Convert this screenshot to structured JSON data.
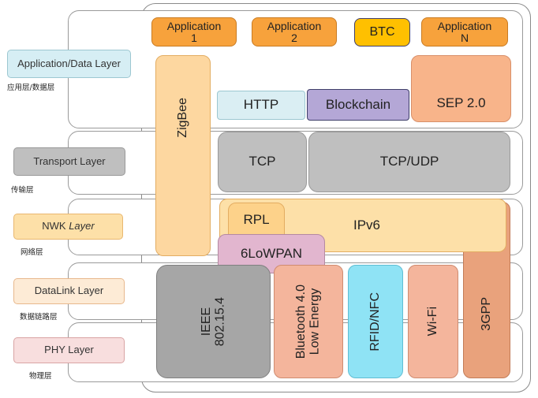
{
  "layers": {
    "application": {
      "label": "Application/Data Layer",
      "zh": "应用层/数据层"
    },
    "transport": {
      "label": "Transport Layer",
      "zh": "传输层"
    },
    "nwk": {
      "label": "NWK Layer",
      "zh": "网络层"
    },
    "datalink": {
      "label": "DataLink  Layer",
      "zh": "数据链路层"
    },
    "phy": {
      "label": "PHY Layer",
      "zh": "物理层"
    }
  },
  "apps": {
    "app1": "Application\n1",
    "app2": "Application\n2",
    "btc": "BTC",
    "appn": "Application\nN"
  },
  "protocols": {
    "zigbee": "ZigBee",
    "http": "HTTP",
    "blockchain": "Blockchain",
    "sep": "SEP 2.0",
    "tcp": "TCP",
    "tcpudp": "TCP/UDP",
    "rpl": "RPL",
    "ipv6": "IPv6",
    "sixlowpan": "6LoWPAN",
    "ieee": "IEEE\n802.15.4",
    "bluetooth": "Bluetooth 4.0\nLow Energy",
    "rfid": "RFID/NFC",
    "wifi": "Wi-Fi",
    "threegpp": "3GPP"
  },
  "colors": {
    "orange_app": "#f7a23c",
    "btc_fill": "#ffc000",
    "zigbee_fill": "#fdd7a0",
    "http_fill": "#daeef3",
    "blockchain_fill": "#b4a7d6",
    "sep_fill": "#f8b48a",
    "gray_fill": "#bfbfbf",
    "ipv6_fill": "#fde0a8",
    "sixlowpan_fill": "#e2b6cf",
    "bluetooth_fill": "#f4b59c",
    "rfid_fill": "#8fe3f5",
    "threegpp_fill": "#e9a27c"
  }
}
